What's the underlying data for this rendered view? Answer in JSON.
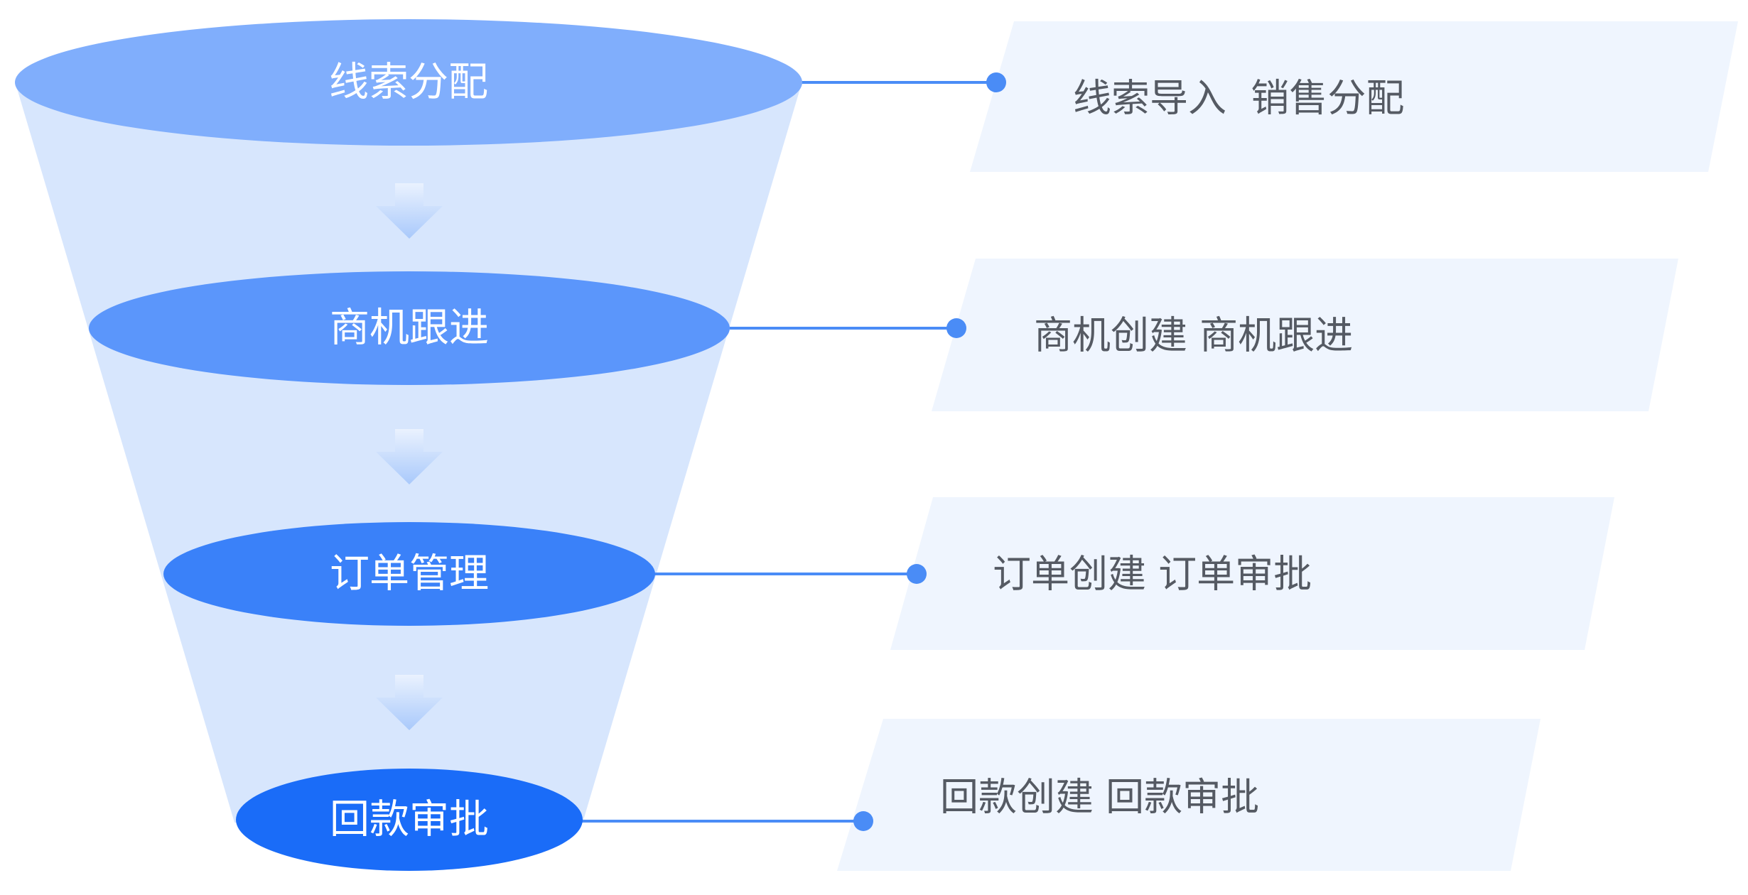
{
  "colors": {
    "funnel_body": "#d7e6fd",
    "connector": "#4a8cf6",
    "panel": "#eff5fe",
    "arrow_top": "#eaf2fe",
    "arrow_bottom": "#a9c9fb",
    "detail_text": "#555a63",
    "stage_text": "#ffffff"
  },
  "stages": [
    {
      "label": "线索分配",
      "details": "线索导入  销售分配",
      "color": "#80aefc"
    },
    {
      "label": "商机跟进",
      "details": "商机创建 商机跟进",
      "color": "#5b96fb"
    },
    {
      "label": "订单管理",
      "details": "订单创建 订单审批",
      "color": "#3a81f9"
    },
    {
      "label": "回款审批",
      "details": "回款创建 回款审批",
      "color": "#1a6cf8"
    }
  ]
}
